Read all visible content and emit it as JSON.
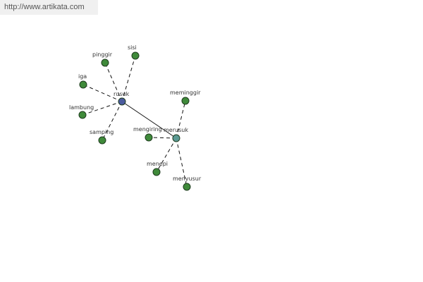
{
  "watermark": {
    "url": "http://www.artikata.com"
  },
  "colors": {
    "hub_rusuk": "#4b5b9e",
    "hub_merusuk": "#5b9a94",
    "leaf": "#3f8a3a",
    "node_stroke": "#1e3b1e",
    "edge": "#111111"
  },
  "graph": {
    "hubs": [
      {
        "id": "rusuk",
        "label": "rusuk"
      },
      {
        "id": "merusuk",
        "label": "merusuk"
      }
    ],
    "leaves": [
      {
        "id": "pinggir",
        "label": "pinggir",
        "hub": "rusuk"
      },
      {
        "id": "sisi",
        "label": "sisi",
        "hub": "rusuk"
      },
      {
        "id": "iga",
        "label": "iga",
        "hub": "rusuk"
      },
      {
        "id": "lambung",
        "label": "lambung",
        "hub": "rusuk"
      },
      {
        "id": "samping",
        "label": "samping",
        "hub": "rusuk"
      },
      {
        "id": "meminggir",
        "label": "meminggir",
        "hub": "merusuk"
      },
      {
        "id": "mengiring",
        "label": "mengiring",
        "hub": "merusuk"
      },
      {
        "id": "menepi",
        "label": "menepi",
        "hub": "merusuk"
      },
      {
        "id": "menyusur",
        "label": "menyusur",
        "hub": "merusuk"
      }
    ],
    "links": [
      {
        "from": "rusuk",
        "to": "merusuk",
        "style": "solid"
      }
    ]
  }
}
